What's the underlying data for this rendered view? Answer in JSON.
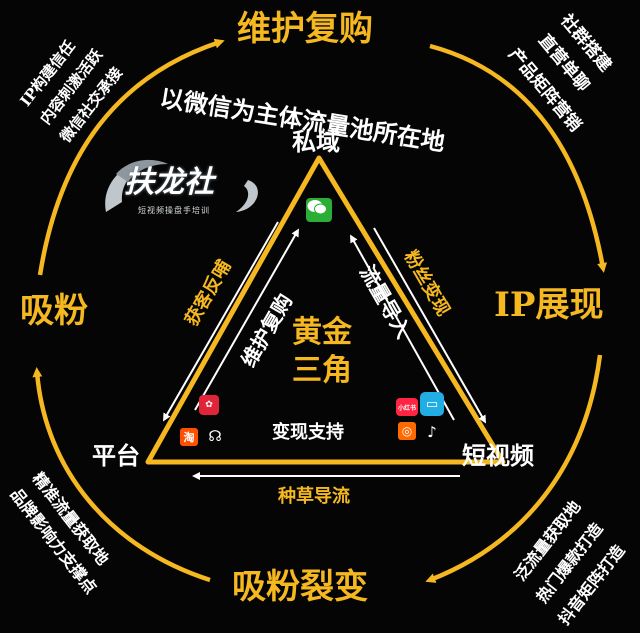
{
  "cycle": {
    "top": "维护复购",
    "right": "IP展现",
    "bottom": "吸粉裂变",
    "left": "吸粉"
  },
  "arc_caption": "以微信为主体流量池所在地",
  "triangle": {
    "top_vertex": "私域",
    "left_vertex": "平台",
    "right_vertex": "短视频",
    "center_line1": "黄金",
    "center_line2": "三角",
    "left_outer": "获客反哺",
    "left_inner": "维护复购",
    "right_outer": "粉丝变现",
    "right_inner": "流量导入",
    "bottom_inner": "变现支持",
    "bottom_outer": "种草导流"
  },
  "corners": {
    "top_left": [
      "IP构建信任",
      "内容刺激活跃",
      "微信社交承接"
    ],
    "top_right": [
      "社群搭建",
      "直营单聊",
      "产品矩阵营销"
    ],
    "bottom_left": [
      "精准流量获取地",
      "品牌影响力支撑点"
    ],
    "bottom_right": [
      "泛流量获取地",
      "热门爆款打造",
      "抖音矩阵打造"
    ]
  },
  "logo": {
    "name": "扶龙社",
    "subtitle": "短视频操盘手培训"
  },
  "icons": {
    "wechat": "wechat-icon",
    "taobao": "淘",
    "xiaohongshu": "小红书",
    "kuaishou": "kuaishou-icon",
    "bilibili": "bilibili-icon",
    "douyin": "douyin-icon",
    "pinduoduo": "pinduoduo-icon",
    "tmall": "tmall-icon"
  },
  "colors": {
    "accent": "#F5B820",
    "text": "#FFFFFF",
    "background": "#050505"
  }
}
